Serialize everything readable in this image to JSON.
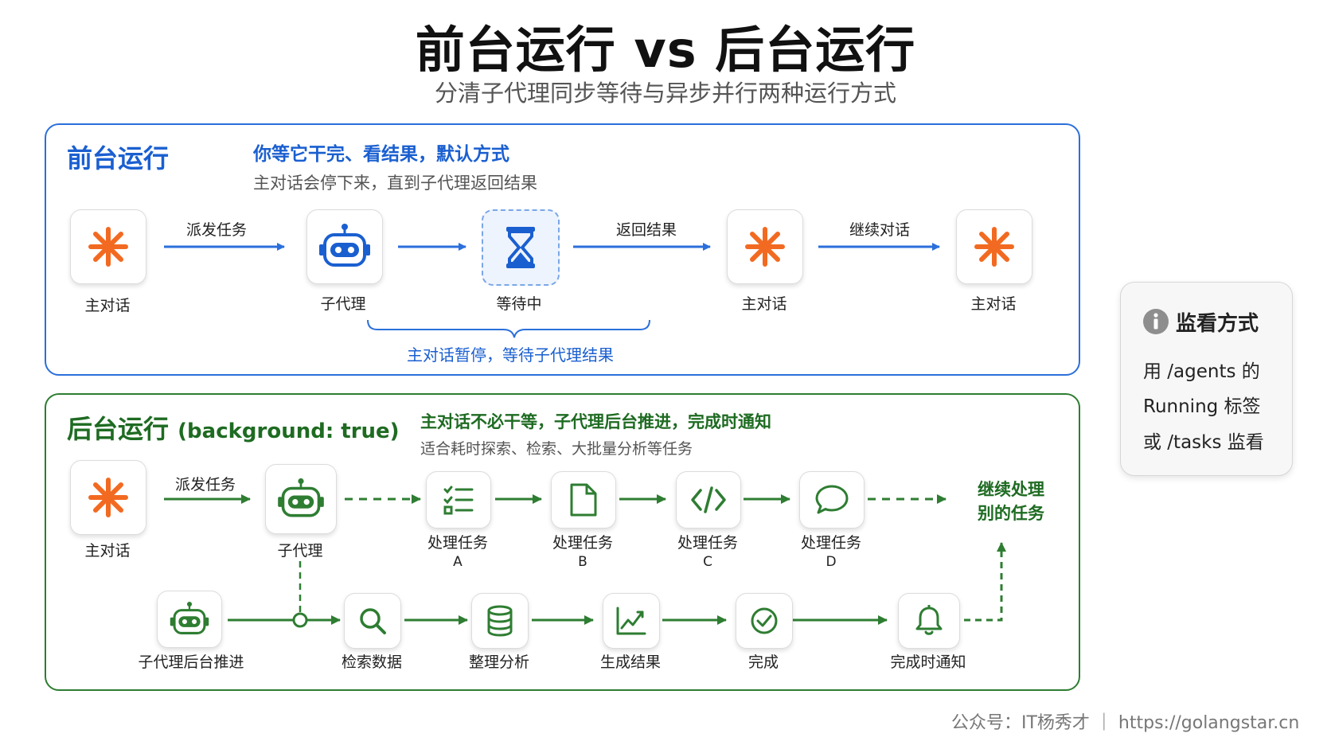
{
  "title": "前台运行 vs 后台运行",
  "subtitle": "分清子代理同步等待与异步并行两种运行方式",
  "colors": {
    "blue": "#2b6fdb",
    "green": "#2e7d32",
    "orange": "#f26a21"
  },
  "foreground": {
    "heading": "前台运行",
    "tagline": "你等它干完、看结果，默认方式",
    "detail": "主对话会停下来，直到子代理返回结果",
    "nodes": [
      {
        "label": "主对话",
        "icon": "claude-asterisk-icon"
      },
      {
        "label": "子代理",
        "icon": "robot-icon"
      },
      {
        "label": "等待中",
        "icon": "hourglass-icon"
      },
      {
        "label": "主对话",
        "icon": "claude-asterisk-icon"
      },
      {
        "label": "主对话",
        "icon": "claude-asterisk-icon"
      }
    ],
    "arrow_labels": [
      "派发任务",
      "返回结果",
      "继续对话"
    ],
    "brace_note": "主对话暂停，等待子代理结果"
  },
  "background": {
    "heading": "后台运行",
    "heading_suffix": "(background: true)",
    "tagline": "主对话不必干等，子代理后台推进，完成时通知",
    "detail": "适合耗时探索、检索、大批量分析等任务",
    "row1": [
      {
        "label": "主对话",
        "icon": "claude-asterisk-icon"
      },
      {
        "label": "子代理",
        "icon": "robot-icon"
      },
      {
        "label": "处理任务",
        "sub": "A",
        "icon": "checklist-icon"
      },
      {
        "label": "处理任务",
        "sub": "B",
        "icon": "document-icon"
      },
      {
        "label": "处理任务",
        "sub": "C",
        "icon": "code-icon"
      },
      {
        "label": "处理任务",
        "sub": "D",
        "icon": "chat-bubble-icon"
      }
    ],
    "dispatch_label": "派发任务",
    "continue_label": [
      "继续处理",
      "别的任务"
    ],
    "row2": [
      {
        "label": "子代理后台推进",
        "icon": "robot-icon"
      },
      {
        "label": "检索数据",
        "icon": "search-icon"
      },
      {
        "label": "整理分析",
        "icon": "database-icon"
      },
      {
        "label": "生成结果",
        "icon": "line-chart-icon"
      },
      {
        "label": "完成",
        "icon": "check-circle-icon"
      },
      {
        "label": "完成时通知",
        "icon": "bell-icon"
      }
    ]
  },
  "monitor": {
    "title": "监看方式",
    "icon": "info-icon",
    "lines": [
      "用 /agents 的",
      "Running 标签",
      "或 /tasks 监看"
    ]
  },
  "footer": "公众号：IT杨秀才 ｜ https://golangstar.cn"
}
